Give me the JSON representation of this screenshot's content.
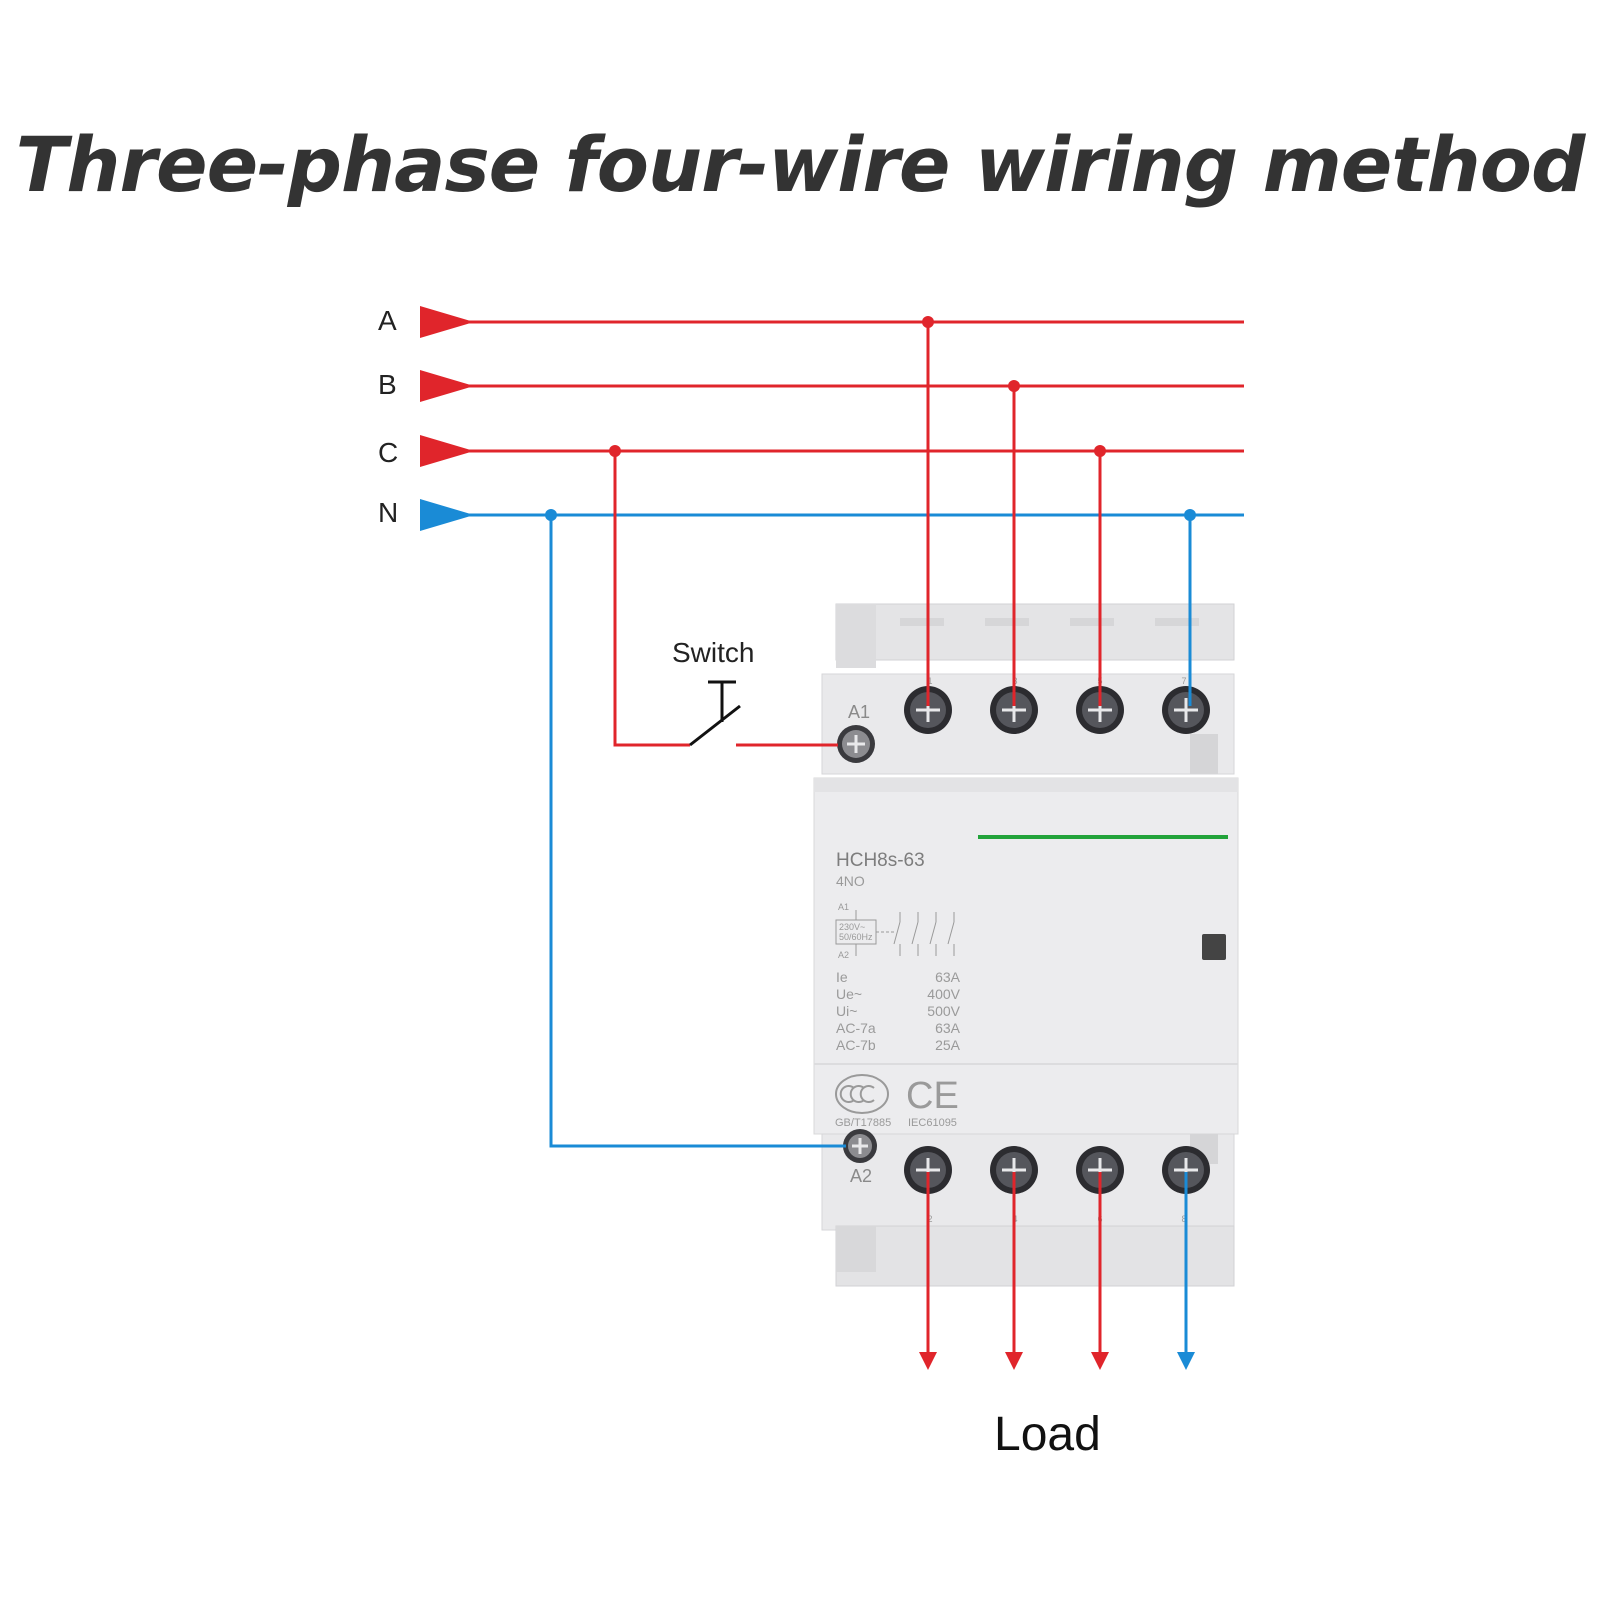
{
  "title": "Three-phase four-wire wiring method",
  "colors": {
    "phase": "#e0252b",
    "neutral": "#1a8bd6",
    "indicator": "#22a33a",
    "housing": "#e7e7e9"
  },
  "lines": [
    {
      "label": "A",
      "color": "#e0252b"
    },
    {
      "label": "B",
      "color": "#e0252b"
    },
    {
      "label": "C",
      "color": "#e0252b"
    },
    {
      "label": "N",
      "color": "#1a8bd6"
    }
  ],
  "switch_label": "Switch",
  "load_label": "Load",
  "device": {
    "model": "HCH8s-63",
    "type": "4NO",
    "coil_top": "A1",
    "coil_bottom": "A2",
    "coil_rating": "230V~",
    "coil_freq": "50/60Hz",
    "specs": [
      {
        "name": "Ie",
        "value": "63A"
      },
      {
        "name": "Ue~",
        "value": "400V"
      },
      {
        "name": "Ui~",
        "value": "500V"
      },
      {
        "name": "AC-7a",
        "value": "63A"
      },
      {
        "name": "AC-7b",
        "value": "25A"
      }
    ],
    "cert_1": "GB/T17885",
    "cert_2": "IEC61095",
    "ce_mark": "CE",
    "top_terminal_numbers": [
      "1",
      "3",
      "5",
      "7"
    ],
    "bottom_terminal_numbers": [
      "2",
      "4",
      "6",
      "8"
    ]
  }
}
